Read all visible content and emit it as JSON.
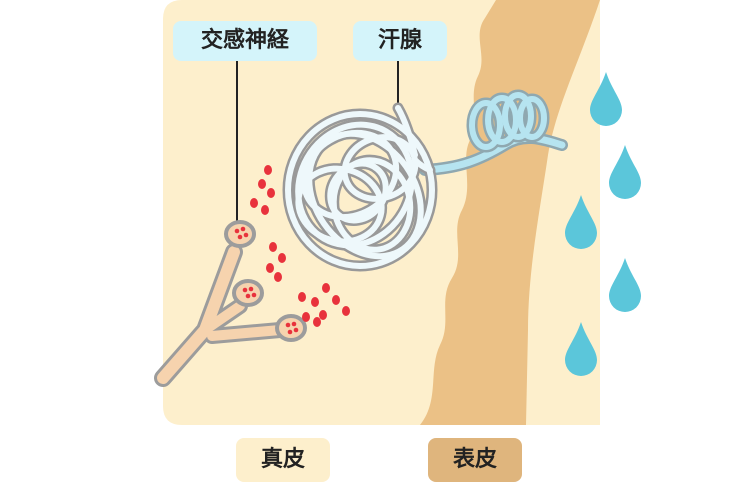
{
  "labels": {
    "sympathetic_nerve": "交感神経",
    "sweat_gland": "汗腺",
    "dermis": "真皮",
    "epidermis": "表皮"
  },
  "colors": {
    "dermis": "#FDEFCC",
    "epidermis": "#EBC186",
    "callout_bg": "#D4F4FA",
    "dermis_tag": "#FDEFCC",
    "epidermis_tag": "#DFB57D",
    "sweat_drop": "#5BC6DA",
    "gland_tube": "#EEF8FB",
    "gland_outline": "#999999",
    "duct": "#B6E4F0",
    "duct_outline": "#8FA8B0",
    "nerve_fill": "#F6D3AE",
    "neurotransmitter": "#E8323C"
  },
  "icons": [
    "water-drop-icon"
  ]
}
